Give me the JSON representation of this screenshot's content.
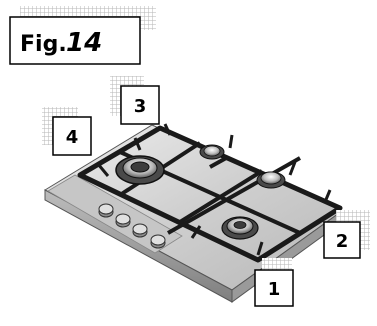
{
  "figure": {
    "caption_prefix": "Fig.",
    "caption_number": "14"
  },
  "callouts": [
    {
      "id": "burner-1",
      "label": "1"
    },
    {
      "id": "burner-2",
      "label": "2"
    },
    {
      "id": "burner-3",
      "label": "3"
    },
    {
      "id": "burner-4",
      "label": "4"
    }
  ],
  "colors": {
    "steel": "#d9d9d9",
    "steel_dark": "#8a8a8a",
    "grate": "#1a1a1a",
    "grid_pattern": "#bdbdbd"
  }
}
